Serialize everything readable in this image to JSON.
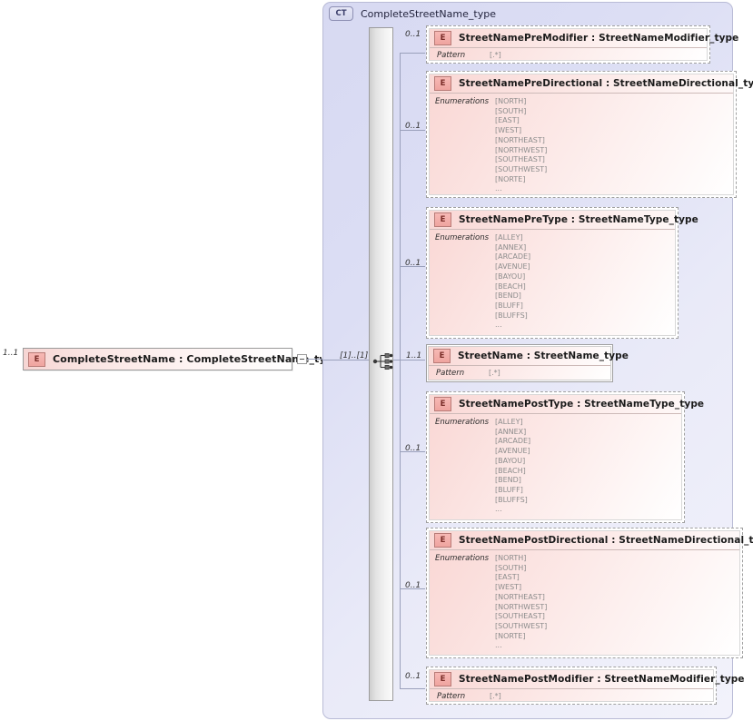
{
  "diagram": {
    "root": {
      "cardinality": "1..1",
      "badge": "E",
      "label": "CompleteStreetName : CompleteStreetName_type",
      "connector_cardinality": "[1]..[1]"
    },
    "complex_type": {
      "badge": "CT",
      "title": "CompleteStreetName_type",
      "compositor": "sequence"
    },
    "facet_labels": {
      "enumerations": "Enumerations",
      "pattern": "Pattern"
    },
    "pattern_value": "[.*]",
    "ellipsis": "...",
    "nodes": [
      {
        "badge": "E",
        "cardinality": "0..1",
        "label": "StreetNamePreModifier : StreetNameModifier_type",
        "facet": "pattern",
        "required": false,
        "values": []
      },
      {
        "badge": "E",
        "cardinality": "0..1",
        "label": "StreetNamePreDirectional : StreetNameDirectional_type",
        "facet": "enumerations",
        "required": false,
        "values": [
          "[NORTH]",
          "[SOUTH]",
          "[EAST]",
          "[WEST]",
          "[NORTHEAST]",
          "[NORTHWEST]",
          "[SOUTHEAST]",
          "[SOUTHWEST]",
          "[NORTE]",
          "..."
        ]
      },
      {
        "badge": "E",
        "cardinality": "0..1",
        "label": "StreetNamePreType : StreetNameType_type",
        "facet": "enumerations",
        "required": false,
        "values": [
          "[ALLEY]",
          "[ANNEX]",
          "[ARCADE]",
          "[AVENUE]",
          "[BAYOU]",
          "[BEACH]",
          "[BEND]",
          "[BLUFF]",
          "[BLUFFS]",
          "..."
        ]
      },
      {
        "badge": "E",
        "cardinality": "1..1",
        "label": "StreetName : StreetName_type",
        "facet": "pattern",
        "required": true,
        "values": []
      },
      {
        "badge": "E",
        "cardinality": "0..1",
        "label": "StreetNamePostType : StreetNameType_type",
        "facet": "enumerations",
        "required": false,
        "values": [
          "[ALLEY]",
          "[ANNEX]",
          "[ARCADE]",
          "[AVENUE]",
          "[BAYOU]",
          "[BEACH]",
          "[BEND]",
          "[BLUFF]",
          "[BLUFFS]",
          "..."
        ]
      },
      {
        "badge": "E",
        "cardinality": "0..1",
        "label": "StreetNamePostDirectional : StreetNameDirectional_type",
        "facet": "enumerations",
        "required": false,
        "values": [
          "[NORTH]",
          "[SOUTH]",
          "[EAST]",
          "[WEST]",
          "[NORTHEAST]",
          "[NORTHWEST]",
          "[SOUTHEAST]",
          "[SOUTHWEST]",
          "[NORTE]",
          "..."
        ]
      },
      {
        "badge": "E",
        "cardinality": "0..1",
        "label": "StreetNamePostModifier : StreetNameModifier_type",
        "facet": "pattern",
        "required": false,
        "values": []
      }
    ],
    "colors": {
      "element_fill": "#f9d7d4",
      "container_fill": "#d7d9f2",
      "badge_fill": "#f7b9b5",
      "line": "#9aa0bb"
    }
  }
}
